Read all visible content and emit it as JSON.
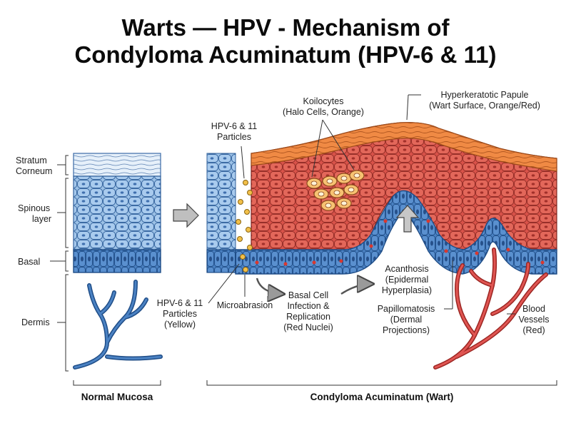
{
  "title": {
    "line1": "Warts — HPV - Mechanism of",
    "line2": "Condyloma Acuminatum (HPV-6 & 11)"
  },
  "layers": {
    "stratum_corneum": [
      "Stratum",
      "Corneum"
    ],
    "spinous": [
      "Spinous",
      "layer"
    ],
    "basal": "Basal",
    "dermis": "Dermis"
  },
  "labels": {
    "hpv_top": [
      "HPV-6 & 11",
      "Particles"
    ],
    "hpv_bottom": [
      "HPV-6 & 11",
      "Particles",
      "(Yellow)"
    ],
    "microabrasion": "Microabrasion",
    "basal_infection": [
      "Basal Cell",
      "Infection &",
      "Replication",
      "(Red Nuclei)"
    ],
    "koilocytes": [
      "Koilocytes",
      "(Halo Cells, Orange)"
    ],
    "hyperkeratotic": [
      "Hyperkeratotic Papule",
      "(Wart Surface, Orange/Red)"
    ],
    "acanthosis": [
      "Acanthosis",
      "(Epidermal",
      "Hyperplasia)"
    ],
    "papillomatosis": [
      "Papillomatosis",
      "(Dermal",
      "Projections)"
    ],
    "blood_vessels": [
      "Blood",
      "Vessels",
      "(Red)"
    ]
  },
  "footer": {
    "normal": "Normal Mucosa",
    "wart": "Condyloma Acuminatum (Wart)"
  },
  "colors": {
    "corneum": "#dce9f7",
    "spinous": "#9cc1e6",
    "basal": "#4b82c3",
    "wart_red": "#d9534a",
    "wart_orange": "#f08a44",
    "koilocyte": "#f7c272",
    "particle": "#f2c04a",
    "vessel_blue": "#3d6fb3",
    "vessel_red": "#e05552"
  }
}
